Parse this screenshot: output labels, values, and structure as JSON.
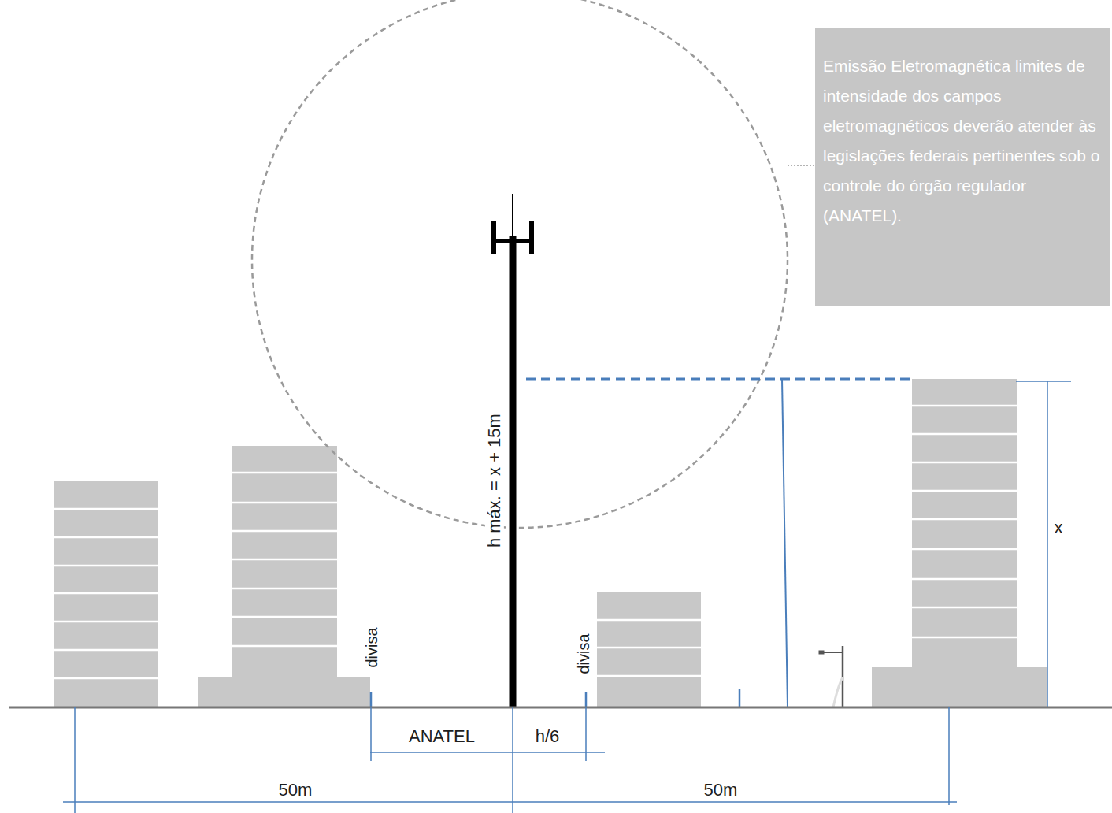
{
  "diagram": {
    "nodes": [
      {
        "text": [
          "Emissão Eletromagnética limites de intensidade dos campos eletromagnéticos deverão atender às legislações federais pertinentes sob o controle do órgão regulador (ANATEL)."
        ]
      }
    ],
    "labels": [
      "h máx. = x + 15m",
      "divisa",
      "divisa",
      "x",
      "ANATEL",
      "h/6",
      "50m",
      "50m"
    ]
  }
}
